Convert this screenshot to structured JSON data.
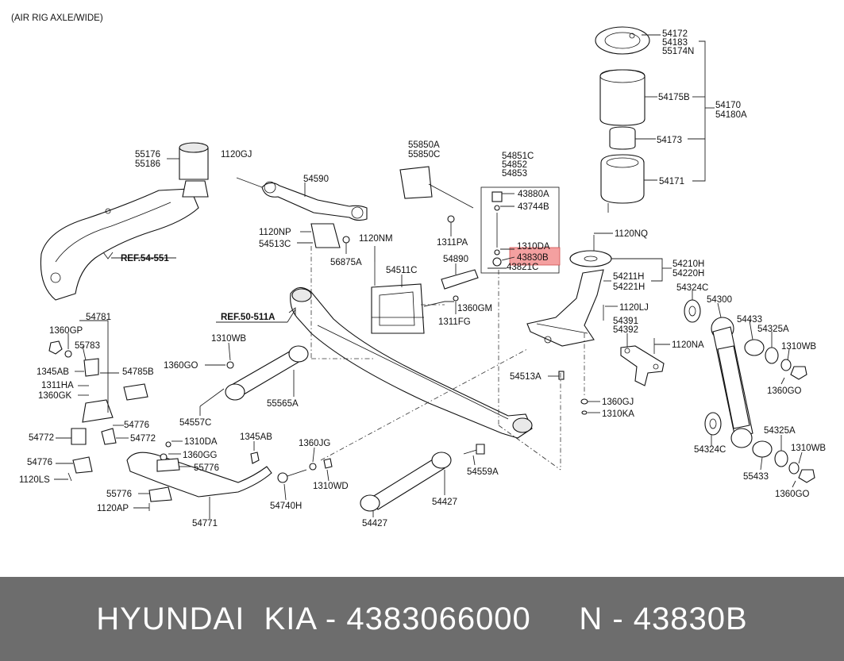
{
  "header": {
    "subtitle": "(AIR RIG AXLE/WIDE)"
  },
  "labels": {
    "p54172": "54172",
    "p54183": "54183",
    "p55174N": "55174N",
    "p54175B": "54175B",
    "p54170": "54170",
    "p54180A": "54180A",
    "p54173": "54173",
    "p54171": "54171",
    "p55176": "55176",
    "p55186": "55186",
    "p1120GJ": "1120GJ",
    "p54590": "54590",
    "p55850A": "55850A",
    "p55850C": "55850C",
    "p54851C": "54851C",
    "p54852": "54852",
    "p54853": "54853",
    "p43880A": "43880A",
    "p43744B": "43744B",
    "p1311PA": "1311PA",
    "p1310DA_a": "1310DA",
    "p43830B": "43830B",
    "p43821C": "43821C",
    "p1120NQ": "1120NQ",
    "p1120NP": "1120NP",
    "p54513C": "54513C",
    "p56875A": "56875A",
    "p1120NM": "1120NM",
    "p54890": "54890",
    "ref54551": "REF.54-551",
    "p54511C": "54511C",
    "p1360GM": "1360GM",
    "p1311FG": "1311FG",
    "p54210H": "54210H",
    "p54220H": "54220H",
    "p54211H": "54211H",
    "p54221H": "54221H",
    "p54324C_a": "54324C",
    "p54300": "54300",
    "p1120LJ": "1120LJ",
    "ref50511A": "REF.50-511A",
    "p54391": "54391",
    "p54392": "54392",
    "p54433_a": "54433",
    "p54325A_a": "54325A",
    "p1310WB_a": "1310WB",
    "p1120NA": "1120NA",
    "p54781": "54781",
    "p1360GP": "1360GP",
    "p55783": "55783",
    "p1345AB_a": "1345AB",
    "p54785B": "54785B",
    "p1311HA": "1311HA",
    "p1360GK": "1360GK",
    "p1310WB_b": "1310WB",
    "p1360GO_a": "1360GO",
    "p55565A": "55565A",
    "p54513A": "54513A",
    "p1360GJ_a": "1360GJ",
    "p1310KA": "1310KA",
    "p1360GO_b": "1360GO",
    "p54776_a": "54776",
    "p54557C": "54557C",
    "p54772_a": "54772",
    "p54772_b": "54772",
    "p1310DA_b": "1310DA",
    "p1360GG": "1360GG",
    "p54776_b": "54776",
    "p55776_a": "55776",
    "p1120LS": "1120LS",
    "p55776_b": "55776",
    "p1120AP": "1120AP",
    "p54771": "54771",
    "p1345AB_b": "1345AB",
    "p1360JG": "1360JG",
    "p1310WD": "1310WD",
    "p54740H": "54740H",
    "p54559A": "54559A",
    "p54427_a": "54427",
    "p54427_b": "54427",
    "p54324C_b": "54324C",
    "p54325A_b": "54325A",
    "p1310WB_c": "1310WB",
    "p55433_b": "55433",
    "p1360GO_c": "1360GO"
  },
  "highlight_color": "#f4a0a0",
  "footer": {
    "text": "HYUNDAI  KIA - 4383066000     N - 43830B"
  }
}
